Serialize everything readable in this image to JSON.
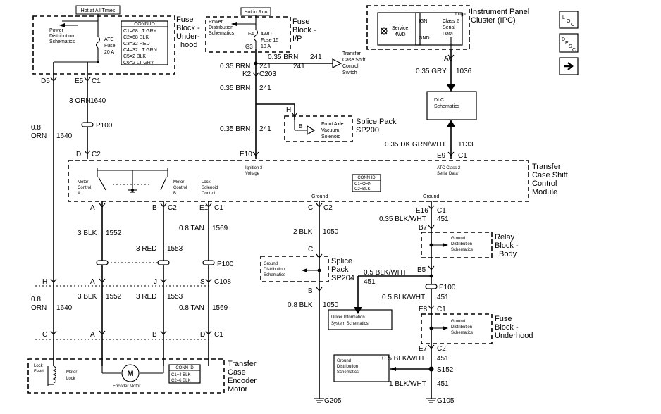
{
  "hot_at_all_times": "Hot at All Times",
  "fuse_block_underhood": {
    "l1": "Fuse",
    "l2": "Block -",
    "l3": "Under-",
    "l4": "hood"
  },
  "power_dist_1": {
    "l1": "Power",
    "l2": "Distribution",
    "l3": "Schematics"
  },
  "atc_fuse": {
    "l1": "ATC",
    "l2": "Fuse",
    "l3": "20 A"
  },
  "conn_id_title": "CONN ID",
  "conn_id_fuse": [
    "C1=68 LT GRY",
    "C2=68 BLK",
    "C3=32 RED",
    "C4=32 LT GRN",
    "C5=2 BLK",
    "C6=2 LT GRY"
  ],
  "hot_in_run": "Hot in Run",
  "power_dist_2": {
    "l1": "Power",
    "l2": "Distribution",
    "l3": "Schematics"
  },
  "fuse_f4": {
    "id": "F4",
    "l1": "4WD",
    "l2": "Fuse 15",
    "l3": "10 A"
  },
  "g3": "G3",
  "fuse_block_ip": {
    "l1": "Fuse",
    "l2": "Block -",
    "l3": "I/P"
  },
  "transfer_case_switch": {
    "l1": "Transfer",
    "l2": "Case Shift",
    "l3": "Control",
    "l4": "Switch"
  },
  "wire_035brn_241": "0.35 BRN",
  "circuit_241": "241",
  "k2": "K2",
  "c203": "C203",
  "h": "H",
  "splice_pack_sp200": {
    "l1": "Splice Pack",
    "l2": "SP200"
  },
  "front_axle": {
    "l1": "Front Axle",
    "l2": "Vacuum",
    "l3": "Solenoid"
  },
  "b": "B",
  "ipc_title": {
    "l1": "Instrument Panel",
    "l2": "Cluster (IPC)"
  },
  "logic": "Logic",
  "ign": "IGN",
  "gnd": "GND",
  "class2": {
    "l1": "Class 2",
    "l2": "Serial",
    "l3": "Data"
  },
  "service_4wd": {
    "l1": "Service",
    "l2": "4WD"
  },
  "a6": "A6",
  "wire_035gry": "0.35 GRY",
  "circuit_1036": "1036",
  "dlc": {
    "l1": "DLC",
    "l2": "Schematics"
  },
  "wire_dkgrn": "0.35 DK GRN/WHT",
  "circuit_1133": "1133",
  "e9": "E9",
  "c1": "C1",
  "e10": "E10",
  "ignition3": {
    "l1": "Ignition 3",
    "l2": "Voltage"
  },
  "atc_class2": {
    "l1": "ATC Class 2",
    "l2": "Serial Data"
  },
  "tccm": {
    "l1": "Transfer",
    "l2": "Case Shift",
    "l3": "Control",
    "l4": "Module"
  },
  "conn_id_tccm": [
    "C1=ORN",
    "C2=BLK"
  ],
  "ground": "Ground",
  "motor_control_a": {
    "l1": "Motor",
    "l2": "Control",
    "l3": "A"
  },
  "motor_control_b": {
    "l1": "Motor",
    "l2": "Control",
    "l3": "B"
  },
  "lock_solenoid": {
    "l1": "Lock",
    "l2": "Solenoid",
    "l3": "Control"
  },
  "d5": "D5",
  "e5": "E5",
  "wire_3orn": "3 ORN",
  "circuit_1640": "1640",
  "p100": "P100",
  "wire_08orn": {
    "l1": "0.8",
    "l2": "ORN"
  },
  "d": "D",
  "c2": "C2",
  "a": "A",
  "e1": "E1",
  "wire_3blk": "3 BLK",
  "circuit_1552": "1552",
  "wire_3red": "3 RED",
  "circuit_1553": "1553",
  "wire_08tan": "0.8 TAN",
  "circuit_1569": "1569",
  "j": "J",
  "s": "S",
  "c108": "C108",
  "c": "C",
  "wire_2blk": "2 BLK",
  "circuit_1050": "1050",
  "splice_pack_sp204": {
    "l1": "Splice",
    "l2": "Pack",
    "l3": "SP204"
  },
  "ground_dist": {
    "l1": "Ground",
    "l2": "Distribution",
    "l3": "Schematics"
  },
  "wire_08blk": "0.8 BLK",
  "g205": "G205",
  "e16": "E16",
  "wire_035blkwht": "0.35 BLK/WHT",
  "circuit_451": "451",
  "b7": "B7",
  "relay_block": {
    "l1": "Relay",
    "l2": "Block -",
    "l3": "Body"
  },
  "b5": "B5",
  "wire_05blkwht": "0.5 BLK/WHT",
  "driver_info": {
    "l1": "Driver Information",
    "l2": "System Schematics"
  },
  "e8": "E8",
  "fuse_block_underhood2": {
    "l1": "Fuse",
    "l2": "Block -",
    "l3": "Underhood"
  },
  "e7": "E7",
  "s152": "S152",
  "wire_1blkwht": "1 BLK/WHT",
  "g105": "G105",
  "lock_feed": {
    "l1": "Lock",
    "l2": "Feed"
  },
  "motor_lock": {
    "l1": "Motor",
    "l2": "Lock"
  },
  "encoder_motor": "Encoder Motor",
  "conn_id_motor": [
    "C1=4 BLK",
    "C2=6 BLK"
  ],
  "tc_encoder_motor": {
    "l1": "Transfer",
    "l2": "Case",
    "l3": "Encoder",
    "l4": "Motor"
  },
  "nav_loc": "LOC",
  "nav_desc": "DESC"
}
